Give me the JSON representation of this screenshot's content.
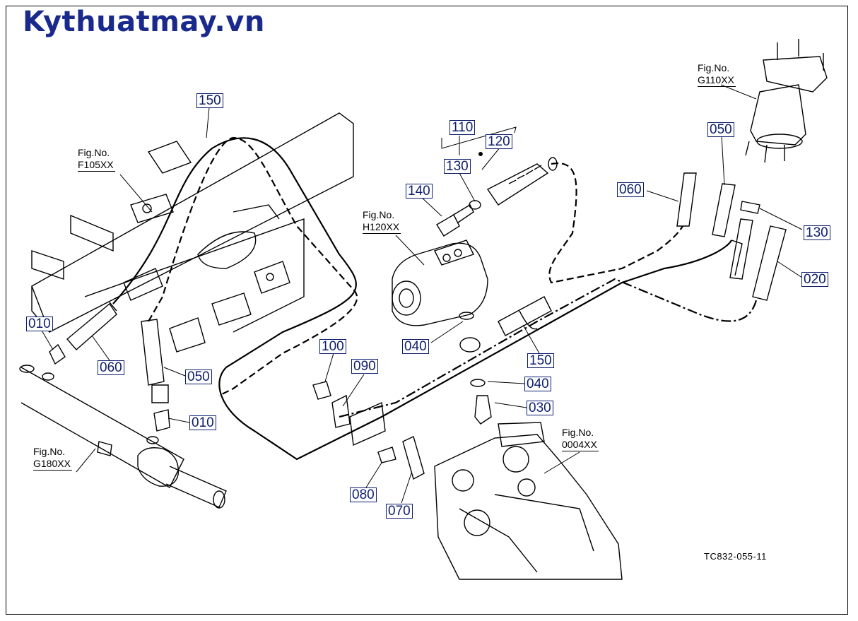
{
  "brand": {
    "text": "Kythuatmay.vn",
    "color": "#1a2a8c"
  },
  "drawing_code": "TC832-055-11",
  "figure_refs": [
    {
      "id": "f105",
      "prefix": "Fig.No.",
      "code": "F105XX"
    },
    {
      "id": "h120",
      "prefix": "Fig.No.",
      "code": "H120XX"
    },
    {
      "id": "g110",
      "prefix": "Fig.No.",
      "code": "G110XX"
    },
    {
      "id": "g180",
      "prefix": "Fig.No.",
      "code": "G180XX"
    },
    {
      "id": "b0004",
      "prefix": "Fig.No.",
      "code": "0004XX"
    }
  ],
  "part_labels": [
    {
      "id": "p150_top",
      "text": "150"
    },
    {
      "id": "p110",
      "text": "110"
    },
    {
      "id": "p120",
      "text": "120"
    },
    {
      "id": "p130_left",
      "text": "130"
    },
    {
      "id": "p140",
      "text": "140"
    },
    {
      "id": "p050_right",
      "text": "050"
    },
    {
      "id": "p060_right",
      "text": "060"
    },
    {
      "id": "p130_right",
      "text": "130"
    },
    {
      "id": "p020",
      "text": "020"
    },
    {
      "id": "p010_left",
      "text": "010"
    },
    {
      "id": "p060_left",
      "text": "060"
    },
    {
      "id": "p050_left",
      "text": "050"
    },
    {
      "id": "p010_mid",
      "text": "010"
    },
    {
      "id": "p040_top",
      "text": "040"
    },
    {
      "id": "p150_mid",
      "text": "150"
    },
    {
      "id": "p040_bottom",
      "text": "040"
    },
    {
      "id": "p030",
      "text": "030"
    },
    {
      "id": "p100",
      "text": "100"
    },
    {
      "id": "p090",
      "text": "090"
    },
    {
      "id": "p080",
      "text": "080"
    },
    {
      "id": "p070",
      "text": "070"
    }
  ],
  "colors": {
    "label_box": "#0e1e6e",
    "line": "#000000"
  }
}
